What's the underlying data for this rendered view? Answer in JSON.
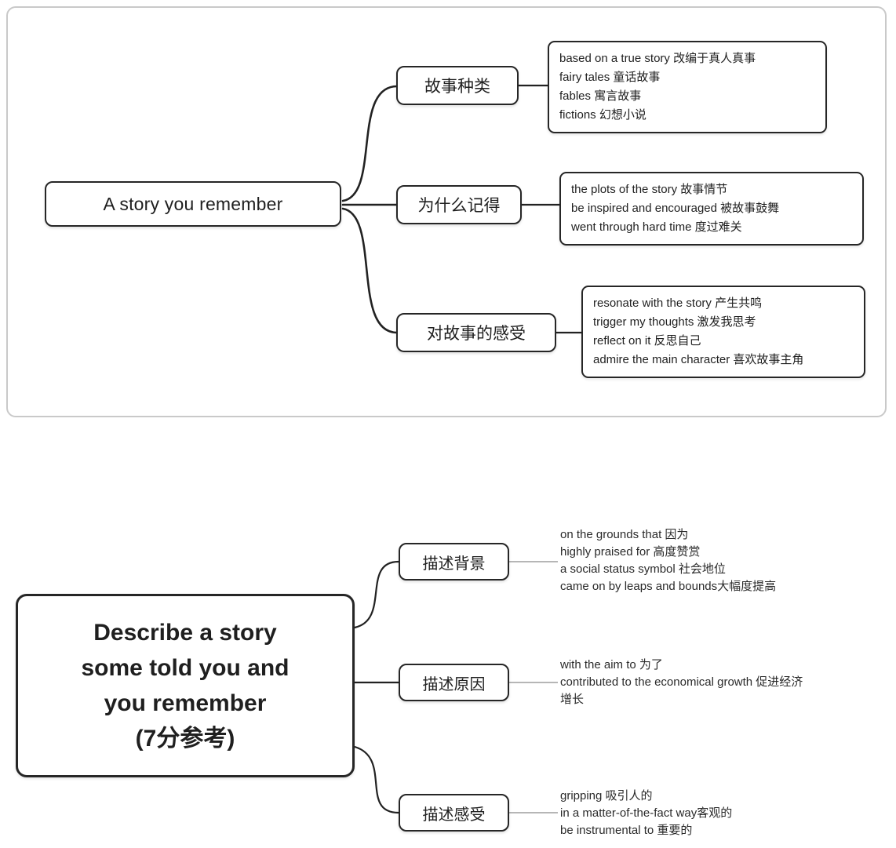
{
  "map_top": {
    "root": "A story you remember",
    "branches": [
      {
        "label": "故事种类",
        "items": [
          "based on a true story 改编于真人真事",
          "fairy tales 童话故事",
          "fables 寓言故事",
          "fictions 幻想小说"
        ]
      },
      {
        "label": "为什么记得",
        "items": [
          "the plots of the story 故事情节",
          "be inspired and encouraged 被故事鼓舞",
          "went through hard time 度过难关"
        ]
      },
      {
        "label": "对故事的感受",
        "items": [
          "resonate with the story 产生共鸣",
          "trigger my thoughts 激发我思考",
          "reflect on it 反思自己",
          "admire the main character 喜欢故事主角"
        ]
      }
    ]
  },
  "map_bottom": {
    "root_lines": [
      "Describe a story",
      "some told you and",
      "you remember",
      "(7分参考)"
    ],
    "branches": [
      {
        "label": "描述背景",
        "items": [
          "on the grounds that 因为",
          "highly praised for 高度赞赏",
          "a social status symbol 社会地位",
          "came on by leaps and bounds大幅度提高"
        ]
      },
      {
        "label": "描述原因",
        "items": [
          "with the aim to 为了",
          "contributed to the economical growth 促进经济增长"
        ]
      },
      {
        "label": "描述感受",
        "items": [
          "gripping 吸引人的",
          "in a matter-of-the-fact way客观的",
          "be instrumental to 重要的"
        ]
      }
    ]
  },
  "colors": {
    "node_border": "#262626",
    "panel_border": "#c9c9c9",
    "connector": "#222222",
    "thin_connector": "#8a8a8a"
  }
}
